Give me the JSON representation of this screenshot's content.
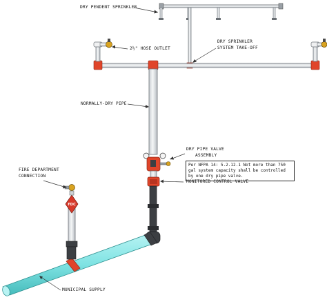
{
  "labels": {
    "dry_pendent_sprinkler": "DRY PENDENT SPRINKLER",
    "hose_outlet": "2½\" HOSE OUTLET",
    "dry_sprinkler_takeoff_line1": "DRY SPRINKLER",
    "dry_sprinkler_takeoff_line2": "SYSTEM TAKE-OFF",
    "normally_dry_pipe": "NORMALLY-DRY PIPE",
    "dry_pipe_valve_line1": "DRY PIPE VALVE",
    "dry_pipe_valve_line2": "ASSEMBLY",
    "nfpa_note": "Per NFPA 14: 5.2.12.1 Not more than 750 gal system capacity shall be controlled by one dry pipe valve.",
    "fire_dept_line1": "FIRE DEPARTMENT",
    "fire_dept_line2": "CONNECTION",
    "monitored_control_valve": "MONITORED CONTROL VALVE",
    "municipal_supply": "MUNICIPAL SUPPLY",
    "fdc_badge": "FDC"
  },
  "colors": {
    "pipe_gray": "#e2e5e8",
    "pipe_outline": "#6c7278",
    "fitting_red": "#e0452a",
    "supply_cyan": "#7fe3e3",
    "dark_pipe": "#3c3f43",
    "valve_gold": "#d9a320"
  }
}
